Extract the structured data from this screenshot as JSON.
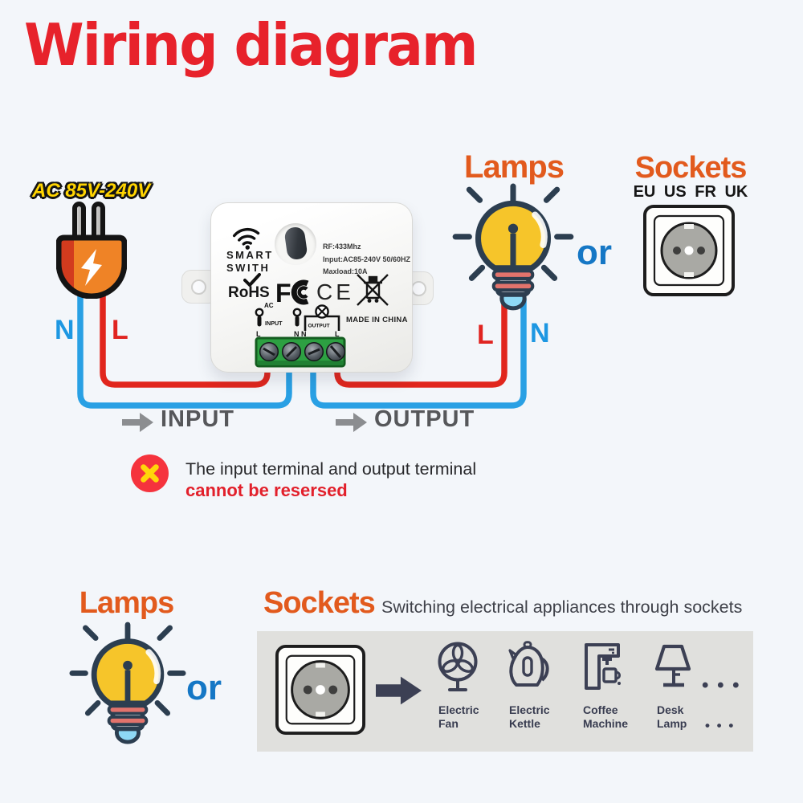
{
  "title": "Wiring diagram",
  "colors": {
    "title_red": "#e7222b",
    "heading_orange": "#e25a1d",
    "or_blue": "#1577c5",
    "wire_red": "#e1261d",
    "wire_blue": "#29a0e4",
    "warning_red": "#f5333d",
    "warning_x_yellow": "#ffd60a",
    "terminal_green": "#2da042"
  },
  "top": {
    "power_label": "AC 85V-240V",
    "left_n": "N",
    "left_l": "L",
    "lamps_heading": "Lamps",
    "lamp_l": "L",
    "lamp_n": "N",
    "or_label": "or",
    "sockets_heading": "Sockets",
    "socket_regions": "EU US FR UK",
    "input_label": "INPUT",
    "output_label": "OUTPUT"
  },
  "device": {
    "brand_line1": "SMART",
    "brand_line2": "SWITH",
    "specs": [
      "RF:433Mhz",
      "Input:AC85-240V 50/60HZ",
      "Maxload:10A"
    ],
    "rohs": "RoHS",
    "fcc_letter": "F",
    "ce": "CE",
    "made_in": "MADE IN CHINA",
    "schematic": {
      "ac": "AC",
      "input": "INPUT",
      "in_l": "L",
      "in_n": "N",
      "output": "OUTPUT",
      "out_n": "N",
      "out_l": "L"
    }
  },
  "warning": {
    "line1": "The input terminal and output terminal",
    "line2": "cannot be resersed"
  },
  "bottom": {
    "lamps_heading": "Lamps",
    "or_label": "or",
    "sockets_heading": "Sockets",
    "subtitle": "Switching electrical appliances through sockets",
    "appliances": [
      {
        "line1": "Electric",
        "line2": "Fan"
      },
      {
        "line1": "Electric",
        "line2": "Kettle"
      },
      {
        "line1": "Coffee",
        "line2": "Machine"
      },
      {
        "line1": "Desk",
        "line2": "Lamp"
      }
    ],
    "ellipsis_top": "• • •",
    "ellipsis_bottom": "• • •"
  }
}
